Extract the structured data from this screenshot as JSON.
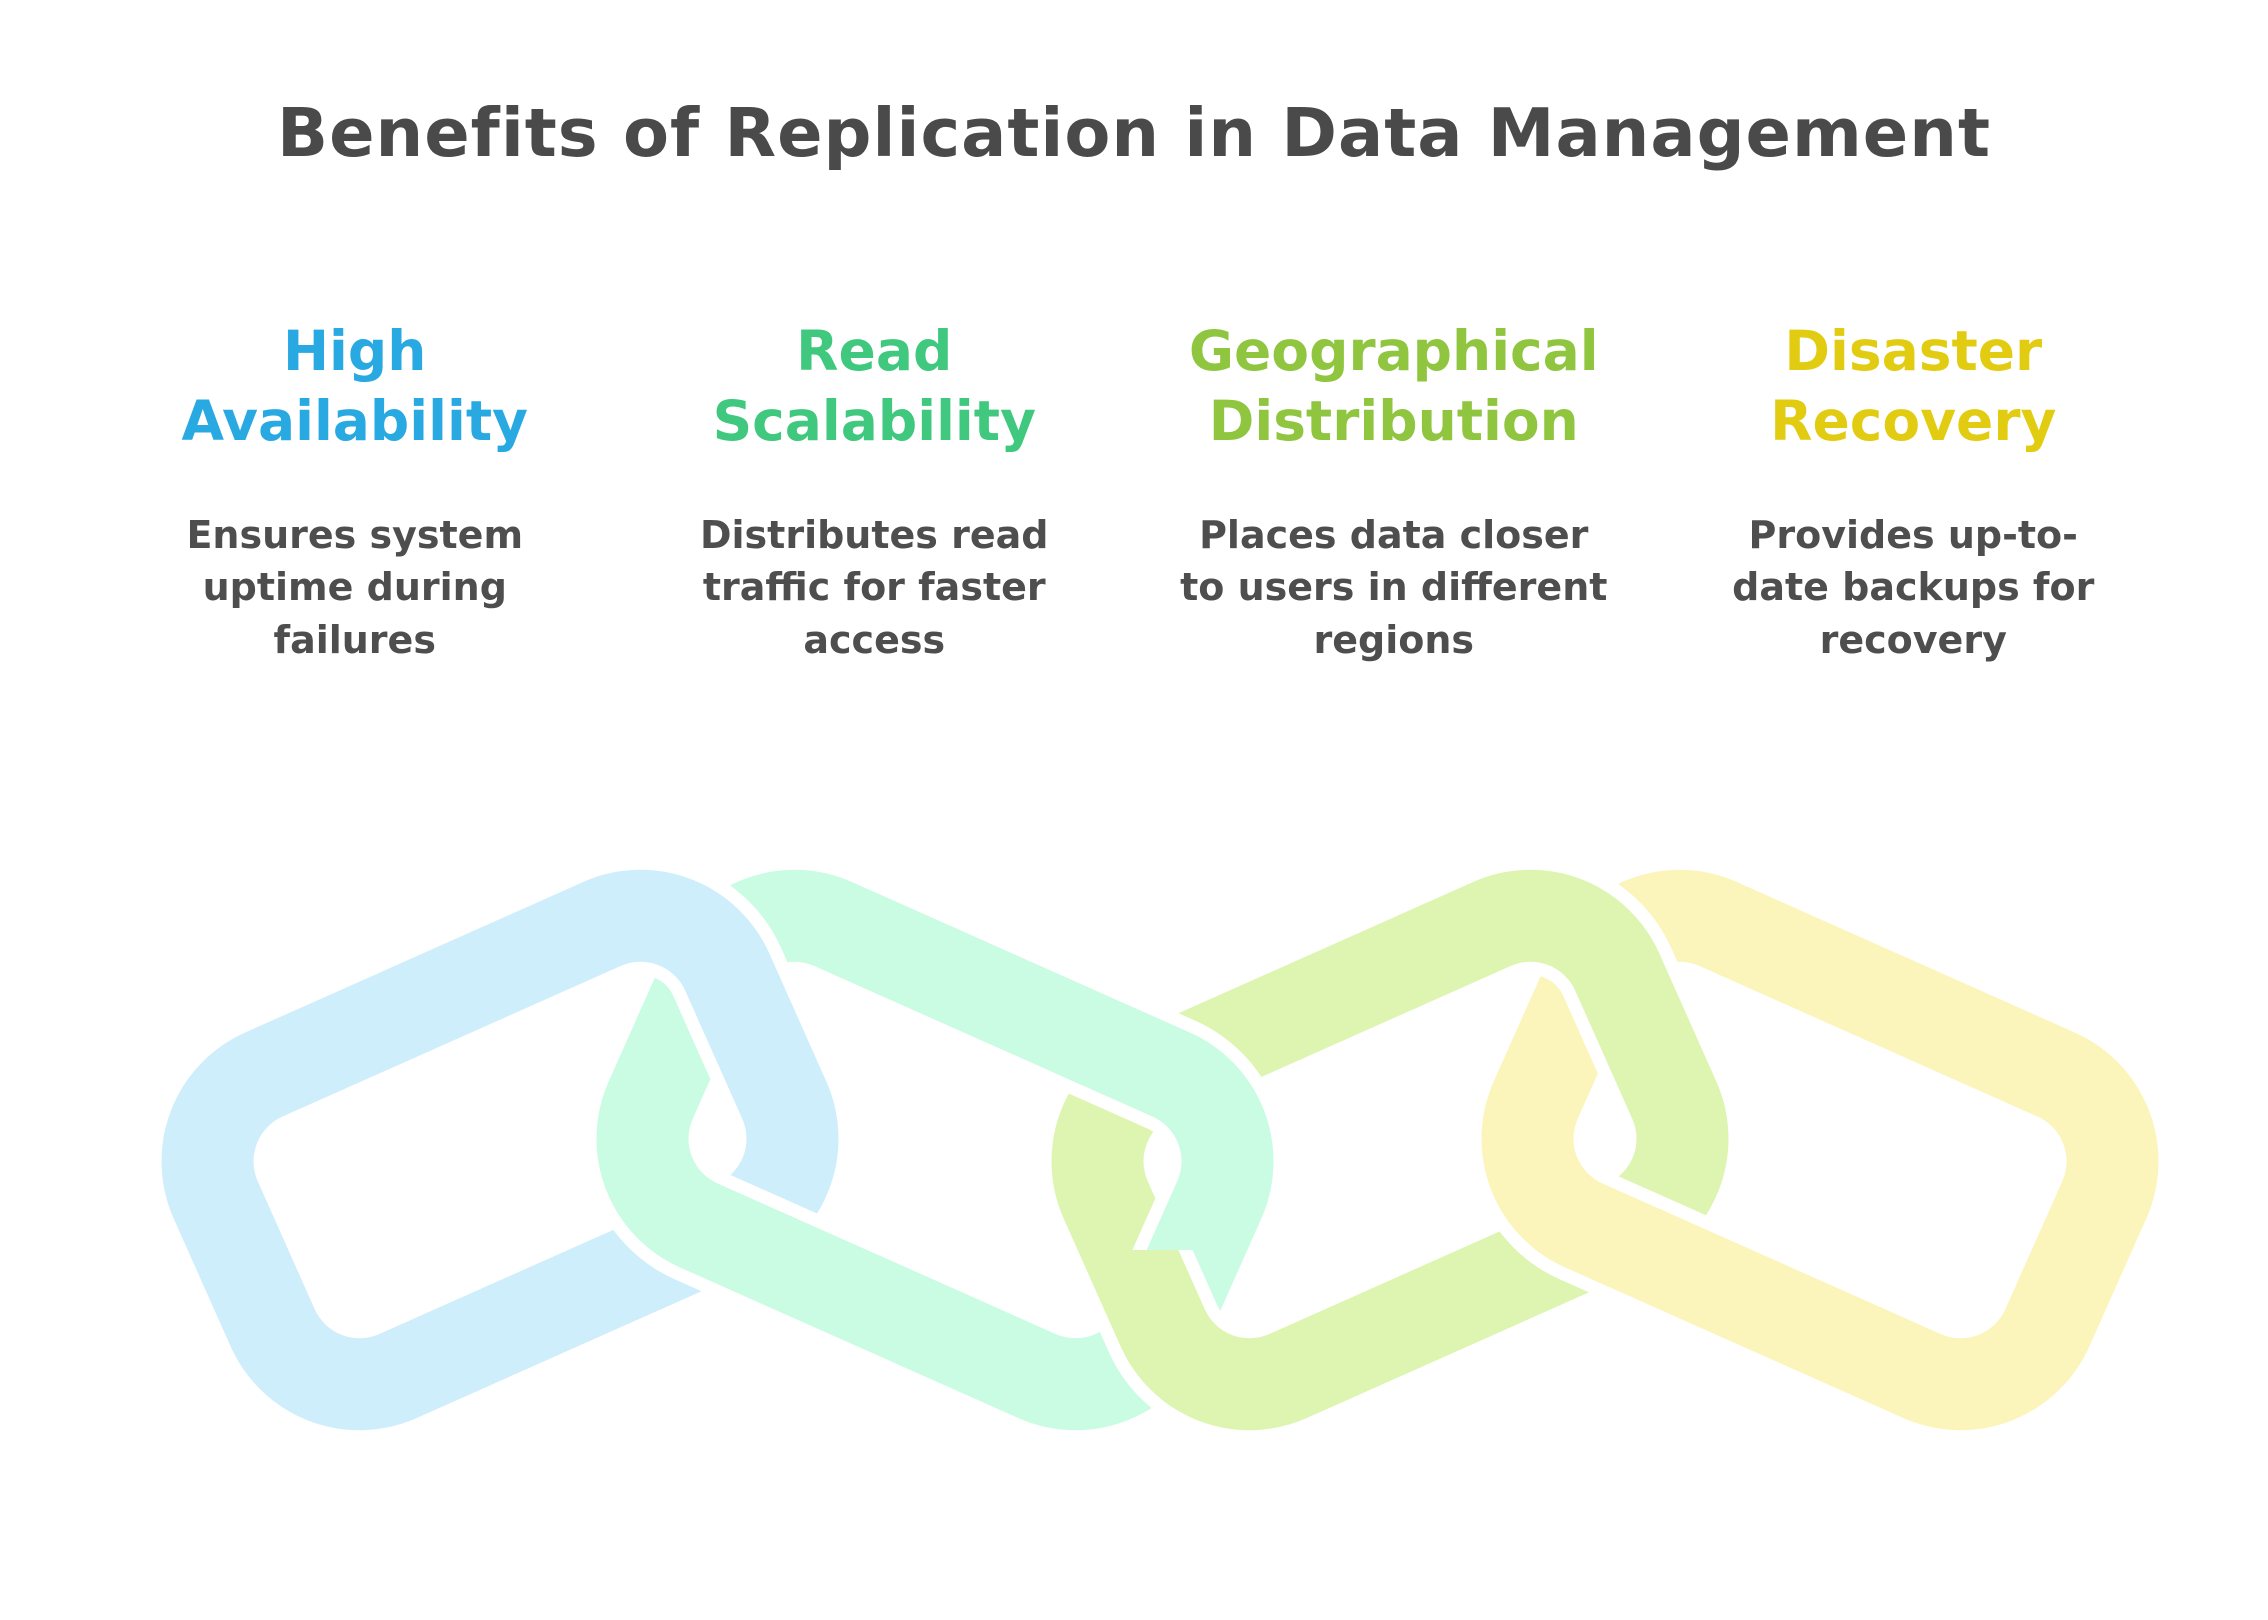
{
  "title": "Benefits of Replication in Data Management",
  "title_color": "#4A4A4A",
  "body_text_color": "#4E4E4E",
  "columns": [
    {
      "heading": "High\nAvailability",
      "heading_color": "#29A9E1",
      "description": "Ensures system\nuptime during\nfailures"
    },
    {
      "heading": "Read\nScalability",
      "heading_color": "#3FC87E",
      "description": "Distributes read\ntraffic for faster\naccess"
    },
    {
      "heading": "Geographical\nDistribution",
      "heading_color": "#8FC53F",
      "description": "Places data closer\nto users in different\nregions"
    },
    {
      "heading": "Disaster\nRecovery",
      "heading_color": "#E2CC12",
      "description": "Provides up-to-\ndate backups for\nrecovery"
    }
  ],
  "chain": {
    "description": "four-interlocked-chain-links",
    "links": [
      {
        "label": "high-availability-link",
        "color": "#CFEEFB"
      },
      {
        "label": "read-scalability-link",
        "color": "#C9FCE3"
      },
      {
        "label": "geographical-distribution-link",
        "color": "#DDF5B1"
      },
      {
        "label": "disaster-recovery-link",
        "color": "#FCF5BB"
      }
    ]
  }
}
